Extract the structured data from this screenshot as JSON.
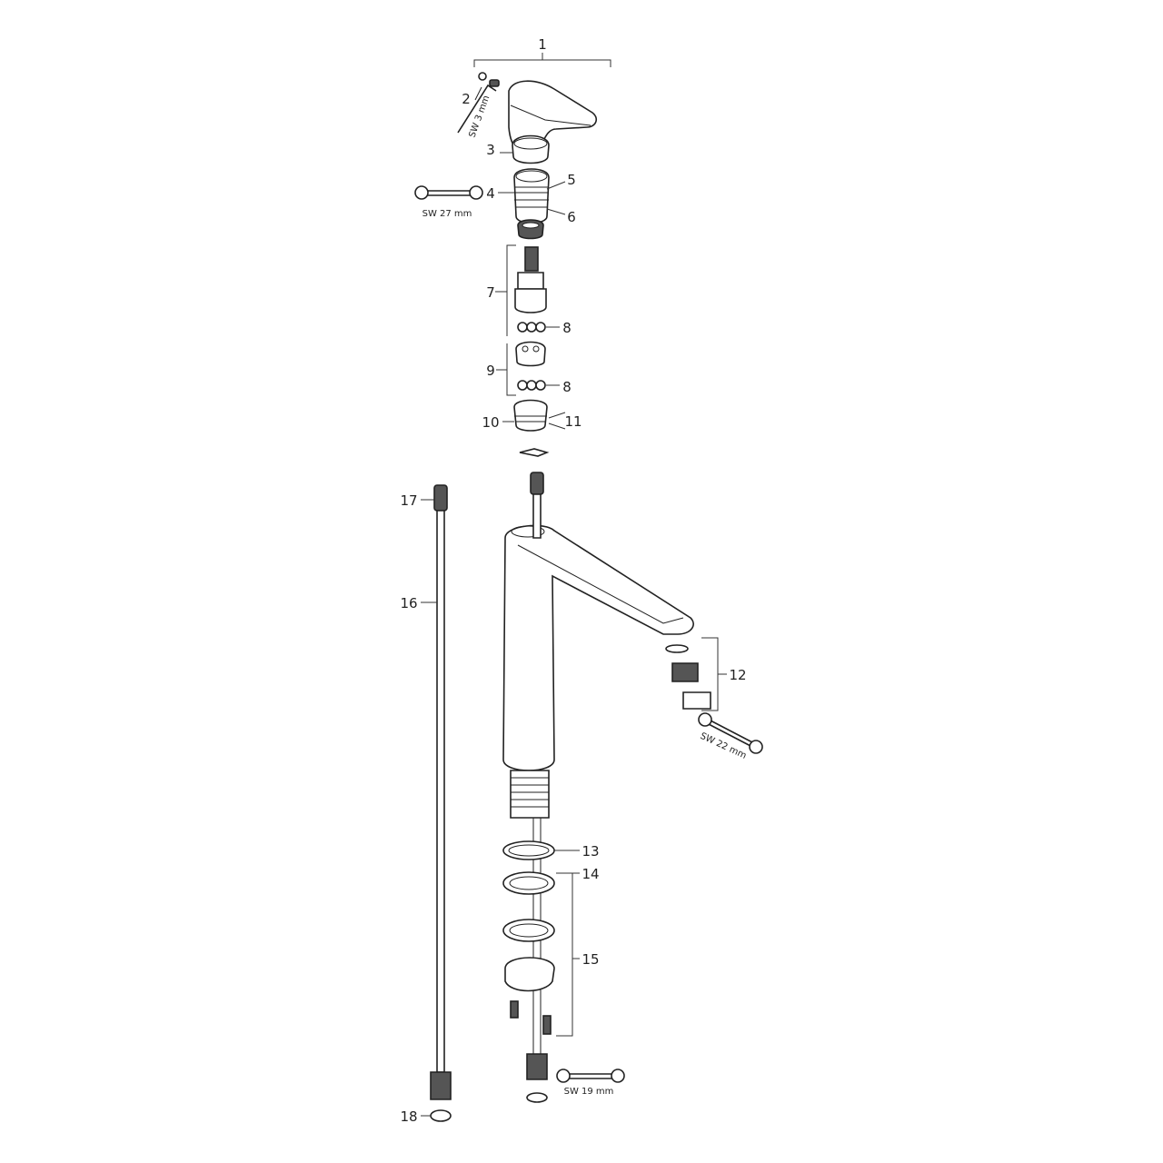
{
  "diagram": {
    "part_numbers": [
      "1",
      "2",
      "3",
      "4",
      "5",
      "6",
      "7",
      "8",
      "8",
      "9",
      "10",
      "11",
      "12",
      "13",
      "14",
      "15",
      "16",
      "17",
      "18"
    ],
    "tool_sizes": {
      "allen_key": "SW 3 mm",
      "wrench_cartridge_nut": "SW 27 mm",
      "wrench_aerator": "SW 22 mm",
      "wrench_hose": "SW 19 mm"
    },
    "line_color": "#222222",
    "background_color": "#ffffff"
  }
}
